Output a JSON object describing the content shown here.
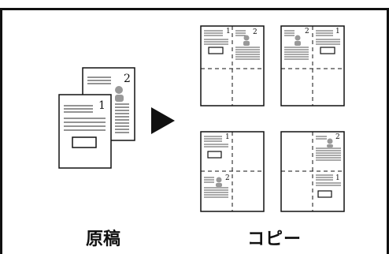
{
  "labels": {
    "original": "原稿",
    "copy": "コピー"
  },
  "original_pages": {
    "front_number": "1",
    "back_number": "2"
  },
  "copies": [
    {
      "left_number": "1",
      "right_number": "2"
    },
    {
      "left_number": "2",
      "right_number": "1"
    },
    {
      "top_number": "1",
      "bottom_number": "2"
    },
    {
      "top_number": "2",
      "bottom_number": "1"
    }
  ],
  "icons": {
    "arrow": "play-arrow-icon",
    "image": "person-photo-icon"
  }
}
